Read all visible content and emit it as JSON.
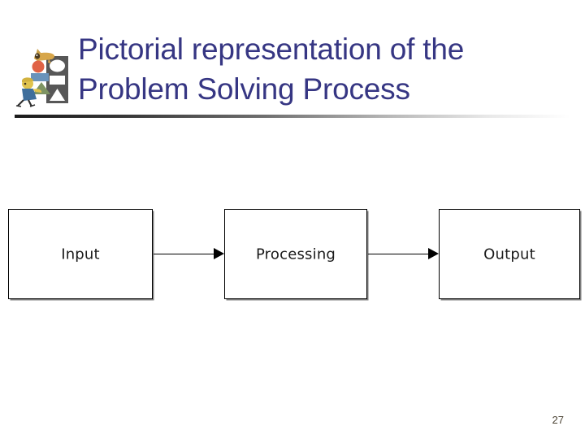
{
  "slide": {
    "title": "Pictorial representation of the\nProblem Solving Process",
    "page_number": "27",
    "title_color": "#363683",
    "background_color": "#ffffff",
    "divider_color_start": "#1b1b1b",
    "divider_color_end": "#ffffff"
  },
  "clipart": {
    "name": "person-carrying-shapes-clipart",
    "description": "Figure carrying geometric shapes beside a gray panel of white shapes",
    "colors": {
      "panel": "#575757",
      "panel_shapes": "#ffffff",
      "circle": "#e06245",
      "rectangle": "#6a93bb",
      "triangle": "#7e9463",
      "dog": "#d7a64a",
      "head": "#e0c44f",
      "body": "#3f6f9c",
      "legs": "#2e2e2e"
    }
  },
  "diagram": {
    "type": "flowchart",
    "orientation": "left-to-right",
    "boxes": [
      {
        "id": "input",
        "label": "Input"
      },
      {
        "id": "processing",
        "label": "Processing"
      },
      {
        "id": "output",
        "label": "Output"
      }
    ],
    "connectors": [
      {
        "from": "input",
        "to": "processing",
        "style": "solid-arrow"
      },
      {
        "from": "processing",
        "to": "output",
        "style": "solid-arrow"
      }
    ],
    "box_border_color": "#000000",
    "box_fill_color": "#ffffff",
    "box_label_color": "#1a1a1a",
    "arrow_color": "#000000"
  }
}
